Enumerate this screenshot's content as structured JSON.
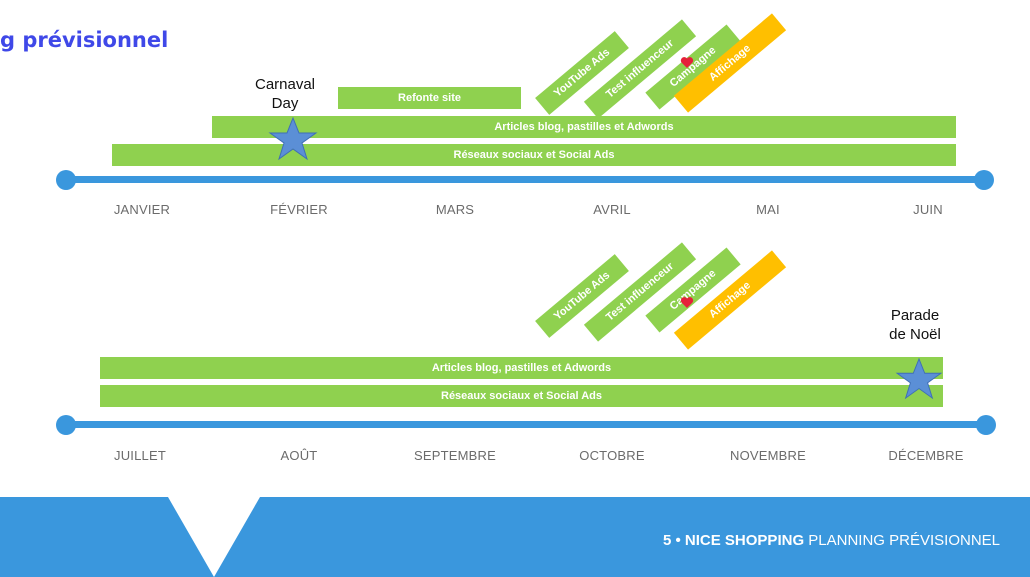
{
  "title": "g prévisionnel",
  "timeline1": {
    "bars": {
      "refonte": "Refonte site",
      "articles": "Articles blog, pastilles et Adwords",
      "reseaux": "Réseaux sociaux et Social Ads"
    },
    "tilted": {
      "youtube": "YouTube Ads",
      "influenceur": "Test influenceur",
      "campagne": "Campagne",
      "affichage": "Affichage"
    },
    "event": {
      "line1": "Carnaval",
      "line2": "Day"
    },
    "months": [
      "JANVIER",
      "FÉVRIER",
      "MARS",
      "AVRIL",
      "MAI",
      "JUIN"
    ]
  },
  "timeline2": {
    "bars": {
      "articles": "Articles blog, pastilles et Adwords",
      "reseaux": "Réseaux sociaux et Social Ads"
    },
    "tilted": {
      "youtube": "YouTube Ads",
      "influenceur": "Test influenceur",
      "campagne": "Campagne",
      "affichage": "Affichage"
    },
    "event": {
      "line1": "Parade",
      "line2": "de Noël"
    },
    "months": [
      "JUILLET",
      "AOÛT",
      "SEPTEMBRE",
      "OCTOBRE",
      "NOVEMBRE",
      "DÉCEMBRE"
    ]
  },
  "footer": {
    "number": "5 • ",
    "brand": "NICE SHOPPING",
    "rest": " PLANNING PRÉVISIONNEL"
  },
  "colors": {
    "green": "#8fd14f",
    "orange": "#ffbf00",
    "blue": "#3a97dd",
    "title": "#3f48e8",
    "star": "#5b8fd6"
  }
}
